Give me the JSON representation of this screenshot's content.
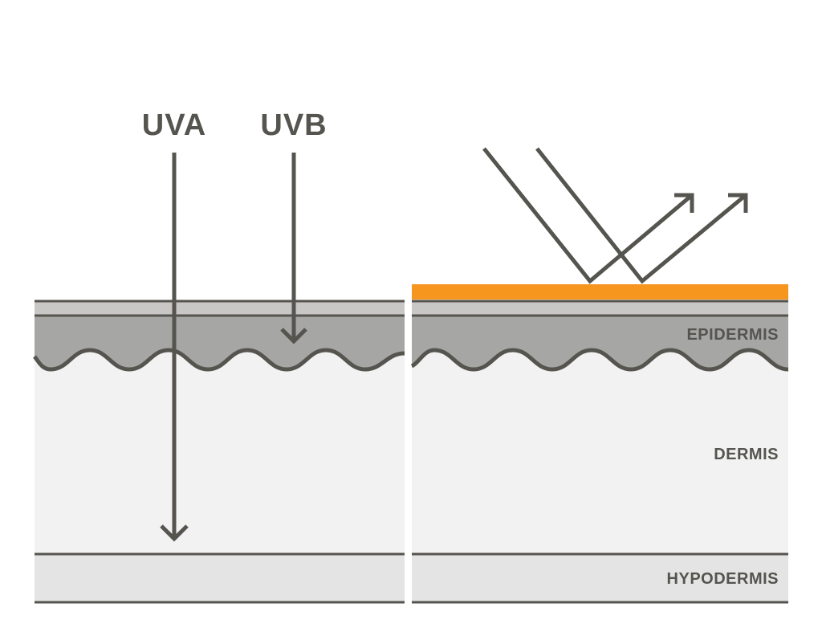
{
  "labels": {
    "uva": "UVA",
    "uvb": "UVB",
    "epidermis": "EPIDERMIS",
    "dermis": "DERMIS",
    "hypodermis": "HYPODERMIS"
  },
  "colors": {
    "line": "#55544f",
    "stratum_corneum": "#c9c6c6",
    "epidermis": "#a6a6a5",
    "dermis": "#f3f2f2",
    "hypodermis": "#e4e4e4",
    "sunscreen": "#f7961e"
  }
}
